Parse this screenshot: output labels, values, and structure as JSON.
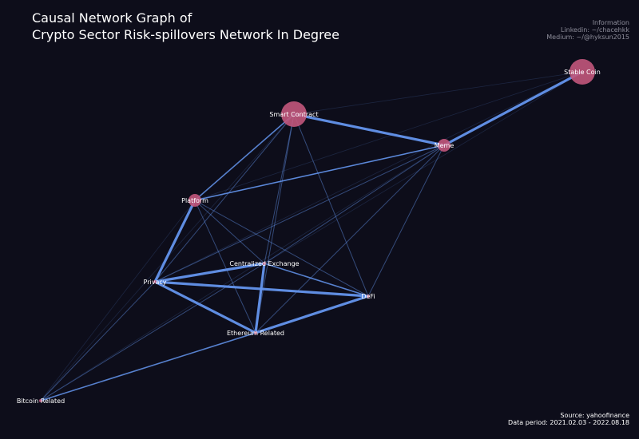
{
  "title": {
    "line1": "Causal Network Graph of",
    "line2": "Crypto Sector Risk-spillovers Network In Degree"
  },
  "info": {
    "heading": "Information",
    "linkedin": "Linkedin: ~/chacehkk",
    "medium": "Medium: ~/@hyksun2015"
  },
  "footer": {
    "source": "Source: yahoofinance",
    "period": "Data period: 2021.02.03 - 2022.08.18"
  },
  "colors": {
    "background": "#0d0d1a",
    "node": "#c2577c",
    "edge": "#6495ed"
  },
  "nodes": [
    {
      "id": "stable",
      "label": "Stable Coin",
      "size": "large"
    },
    {
      "id": "smart",
      "label": "Smart Contract",
      "size": "large"
    },
    {
      "id": "meme",
      "label": "Meme",
      "size": "small"
    },
    {
      "id": "platform",
      "label": "Platform",
      "size": "small"
    },
    {
      "id": "cex",
      "label": "Centralized Exchange",
      "size": "tiny"
    },
    {
      "id": "privacy",
      "label": "Privacy",
      "size": "tiny"
    },
    {
      "id": "defi",
      "label": "DeFi",
      "size": "tiny"
    },
    {
      "id": "eth",
      "label": "Ethereum Related",
      "size": "tiny"
    },
    {
      "id": "btc",
      "label": "Bitcoin Related",
      "size": "tiny"
    }
  ],
  "edges": [
    {
      "from": "meme",
      "to": "stable",
      "strength": "strong"
    },
    {
      "from": "smart",
      "to": "meme",
      "strength": "strong"
    },
    {
      "from": "platform",
      "to": "privacy",
      "strength": "strong"
    },
    {
      "from": "privacy",
      "to": "cex",
      "strength": "strong"
    },
    {
      "from": "privacy",
      "to": "defi",
      "strength": "strong"
    },
    {
      "from": "privacy",
      "to": "eth",
      "strength": "strong"
    },
    {
      "from": "eth",
      "to": "defi",
      "strength": "strong"
    },
    {
      "from": "cex",
      "to": "eth",
      "strength": "strong"
    },
    {
      "from": "platform",
      "to": "meme",
      "strength": "medium"
    },
    {
      "from": "cex",
      "to": "defi",
      "strength": "medium"
    },
    {
      "from": "platform",
      "to": "smart",
      "strength": "medium"
    },
    {
      "from": "eth",
      "to": "btc",
      "strength": "medium"
    },
    {
      "from": "platform",
      "to": "defi",
      "strength": "weak"
    },
    {
      "from": "platform",
      "to": "cex",
      "strength": "weak"
    },
    {
      "from": "platform",
      "to": "eth",
      "strength": "weak"
    },
    {
      "from": "smart",
      "to": "cex",
      "strength": "weak"
    },
    {
      "from": "smart",
      "to": "eth",
      "strength": "weak"
    },
    {
      "from": "smart",
      "to": "defi",
      "strength": "weak"
    },
    {
      "from": "smart",
      "to": "privacy",
      "strength": "weak"
    },
    {
      "from": "meme",
      "to": "cex",
      "strength": "weak"
    },
    {
      "from": "meme",
      "to": "defi",
      "strength": "weak"
    },
    {
      "from": "meme",
      "to": "privacy",
      "strength": "weak"
    },
    {
      "from": "meme",
      "to": "eth",
      "strength": "weak"
    },
    {
      "from": "meme",
      "to": "platform",
      "strength": "weak"
    },
    {
      "from": "privacy",
      "to": "btc",
      "strength": "weak"
    },
    {
      "from": "cex",
      "to": "btc",
      "strength": "weak"
    },
    {
      "from": "smart",
      "to": "stable",
      "strength": "faint"
    },
    {
      "from": "platform",
      "to": "stable",
      "strength": "faint"
    },
    {
      "from": "btc",
      "to": "meme",
      "strength": "faint"
    },
    {
      "from": "btc",
      "to": "smart",
      "strength": "faint"
    },
    {
      "from": "btc",
      "to": "platform",
      "strength": "faint"
    },
    {
      "from": "privacy",
      "to": "stable",
      "strength": "faint"
    },
    {
      "from": "cex",
      "to": "stable",
      "strength": "faint"
    }
  ]
}
